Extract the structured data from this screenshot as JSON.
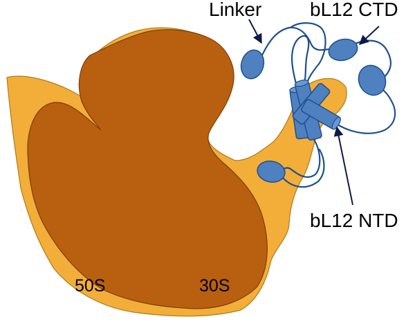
{
  "labels": {
    "linker": "Linker",
    "ctd": "bL12 CTD",
    "ntd": "bL12 NTD",
    "subunit_50s": "50S",
    "subunit_30s": "30S"
  },
  "colors": {
    "subunit_50s_fill": "#F2AE38",
    "subunit_50s_stroke": "#B07A1C",
    "subunit_30s_fill": "#B8600F",
    "subunit_30s_stroke": "#7A3E08",
    "protein_fill": "#4F80C0",
    "protein_stroke": "#1E4F8F",
    "arrow": "#0d1a4a"
  }
}
